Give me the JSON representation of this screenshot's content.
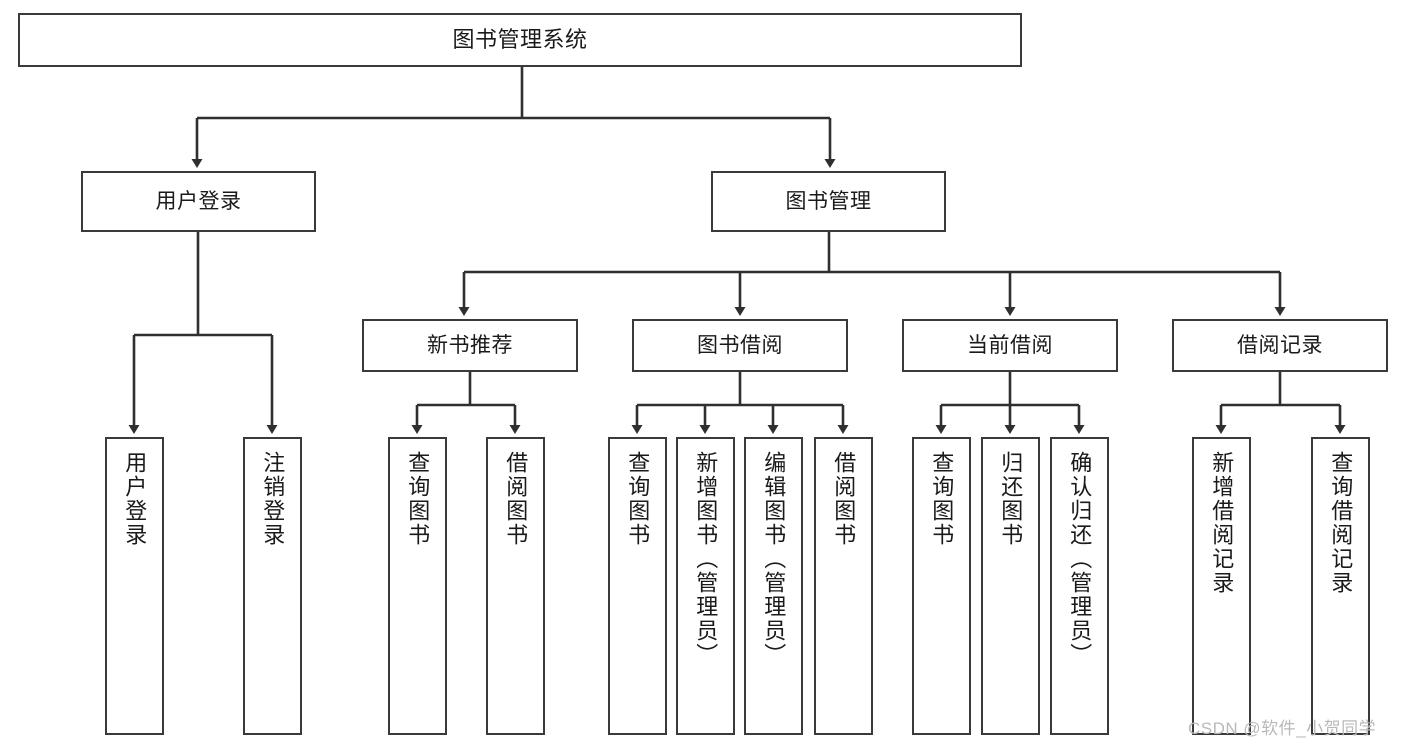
{
  "diagram": {
    "title": "图书管理系统",
    "type": "hierarchy-tree",
    "background_color": "#ffffff",
    "box_border_color": "#3a3a3a",
    "text_color": "#1a1a1a",
    "connector_color": "#2f2f2f"
  },
  "root": {
    "label": "图书管理系统"
  },
  "level2": [
    {
      "label": "用户登录"
    },
    {
      "label": "图书管理"
    }
  ],
  "level3": [
    {
      "label": "新书推荐"
    },
    {
      "label": "图书借阅"
    },
    {
      "label": "当前借阅"
    },
    {
      "label": "借阅记录"
    }
  ],
  "leaves": {
    "user_login": [
      {
        "label": "用户登录"
      },
      {
        "label": "注销登录"
      }
    ],
    "new_book_recommend": [
      {
        "label": "查询图书"
      },
      {
        "label": "借阅图书"
      }
    ],
    "book_borrow": [
      {
        "label": "查询图书"
      },
      {
        "label": "新增图书（管理员）"
      },
      {
        "label": "编辑图书（管理员）"
      },
      {
        "label": "借阅图书"
      }
    ],
    "current_borrow": [
      {
        "label": "查询图书"
      },
      {
        "label": "归还图书"
      },
      {
        "label": "确认归还（管理员）"
      }
    ],
    "borrow_record": [
      {
        "label": "新增借阅记录"
      },
      {
        "label": "查询借阅记录"
      }
    ]
  },
  "watermark": {
    "text": "CSDN @软件_小贺同学"
  }
}
